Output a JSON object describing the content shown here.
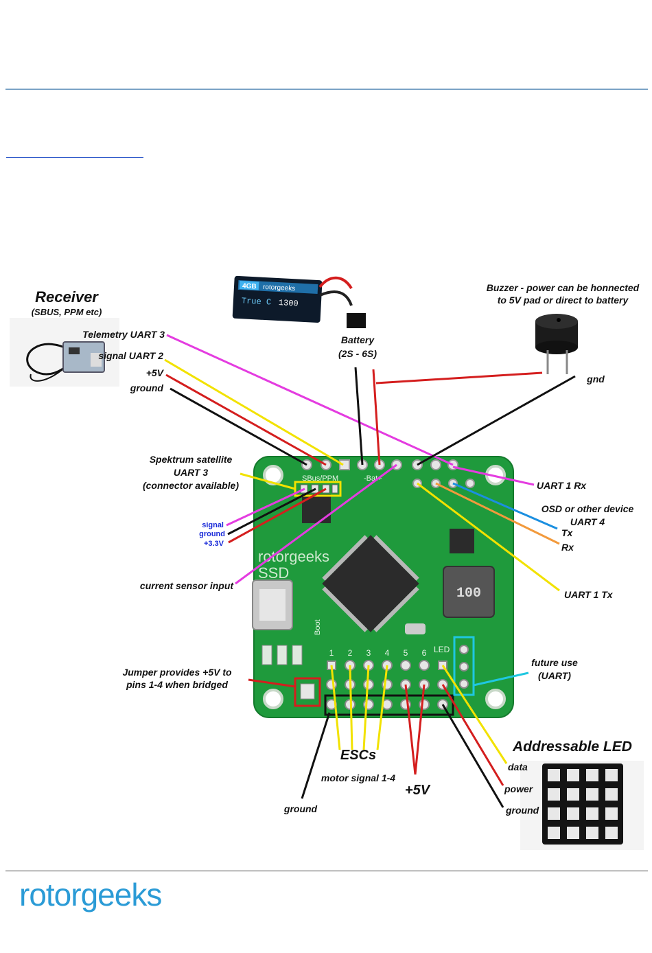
{
  "footer": {
    "brand": "rotorgeeks"
  },
  "receiver": {
    "title": "Receiver",
    "subtitle": "(SBUS, PPM etc)"
  },
  "battery": {
    "label_line1": "Battery",
    "label_line2": "(2S - 6S)",
    "pack_brand": "4GB",
    "pack_maker": "rotorgeeks",
    "pack_text": "True C",
    "pack_capacity": "1300"
  },
  "buzzer": {
    "label_line1": "Buzzer - power can be honnected",
    "label_line2": "to 5V pad or direct to battery",
    "gnd": "gnd"
  },
  "left_labels": {
    "telemetry": "Telemetry UART 3",
    "signal_uart2": "signal UART 2",
    "plus5v": "+5V",
    "ground": "ground",
    "spektrum_line1": "Spektrum satellite",
    "spektrum_line2": "UART 3",
    "spektrum_line3": "(connector available)",
    "sat_signal": "signal",
    "sat_ground": "ground",
    "sat_3v3": "+3.3V",
    "current_sensor": "current sensor input",
    "jumper_line1": "Jumper provides +5V to",
    "jumper_line2": "pins 1-4 when bridged"
  },
  "right_labels": {
    "uart1_rx": "UART 1 Rx",
    "osd_line1": "OSD or other device",
    "osd_line2": "UART 4",
    "tx": "Tx",
    "rx": "Rx",
    "uart1_tx": "UART 1 Tx",
    "future_line1": "future use",
    "future_line2": "(UART)"
  },
  "bottom_labels": {
    "escs": "ESCs",
    "motor_signal": "motor signal 1-4",
    "plus5v": "+5V",
    "ground": "ground",
    "addressable_led": "Addressable LED",
    "data": "data",
    "power": "power",
    "led_ground": "ground"
  },
  "board": {
    "brand": "rotorgeeks",
    "model": "SSD",
    "silk_sbus": "SBus/PPM",
    "silk_bat": "-Bat+",
    "silk_boot": "Boot",
    "silk_led": "LED",
    "inductor": "100",
    "pin_numbers": [
      "1",
      "2",
      "3",
      "4",
      "5",
      "6"
    ]
  },
  "colors": {
    "pcb": "#1f9a3c",
    "magenta": "#e43ce0",
    "yellow": "#f2e200",
    "red": "#d41e1e",
    "blue": "#1b8fe0",
    "orange": "#f29a3c",
    "cyan": "#1fc7e0",
    "brand": "#2b9bd6"
  }
}
